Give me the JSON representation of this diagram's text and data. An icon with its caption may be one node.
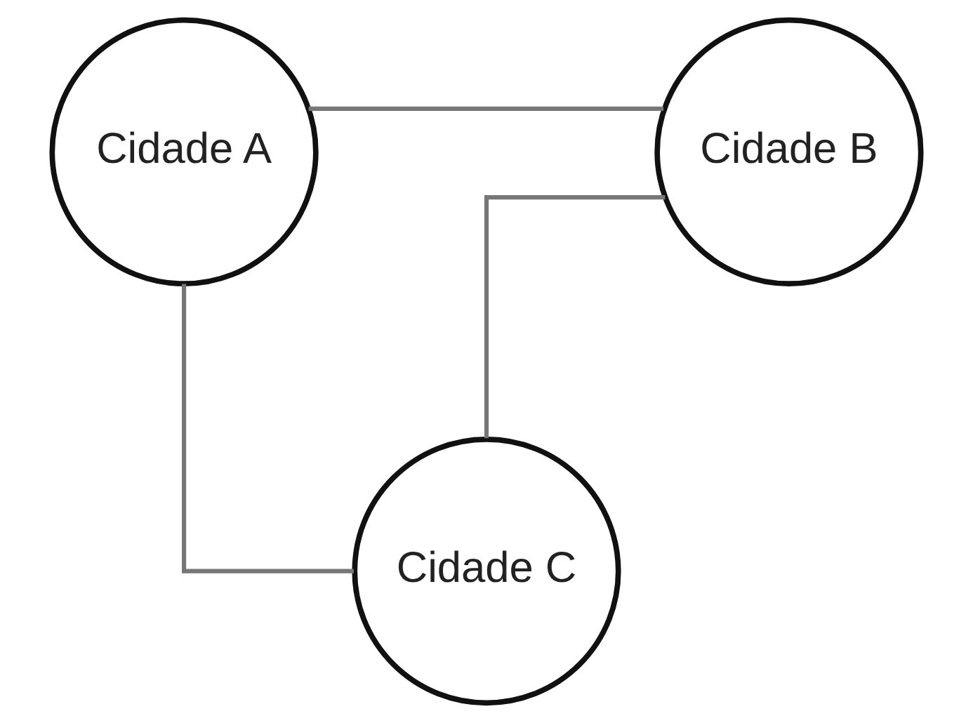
{
  "diagram": {
    "nodes": [
      {
        "text": [
          "Cidade A"
        ]
      },
      {
        "text": [
          "Cidade B"
        ]
      },
      {
        "text": [
          "Cidade C"
        ]
      }
    ],
    "edges": [
      {
        "from": 0,
        "to": 1,
        "arrow": "none"
      },
      {
        "from": 0,
        "to": 2,
        "arrow": "none"
      },
      {
        "from": 1,
        "to": 2,
        "arrow": "none"
      }
    ]
  }
}
